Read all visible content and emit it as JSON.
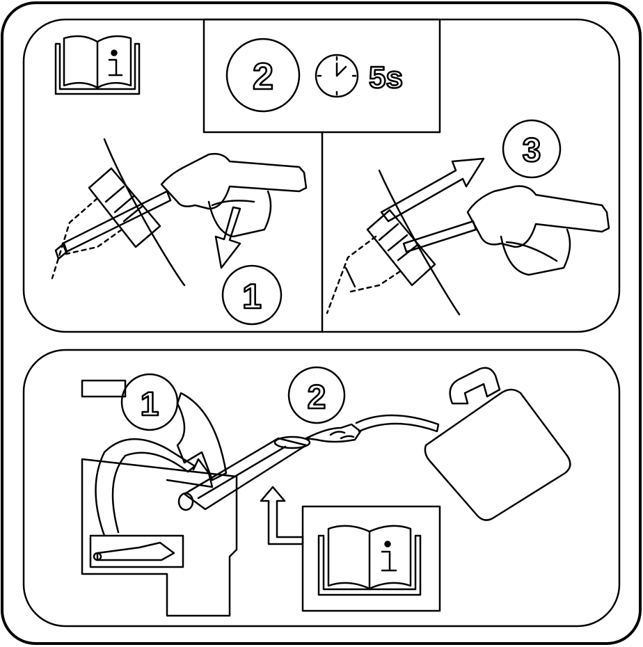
{
  "top_panel": {
    "wait_step": {
      "number": "2",
      "duration": "5s"
    },
    "left_step_number": "1",
    "right_step_number": "3"
  },
  "bottom_panel": {
    "step_1": "1",
    "step_2": "2",
    "manual_icon": "book-info-icon"
  },
  "header_icon": "book-info-icon",
  "colors": {
    "stroke": "#000000",
    "background": "#ffffff"
  }
}
